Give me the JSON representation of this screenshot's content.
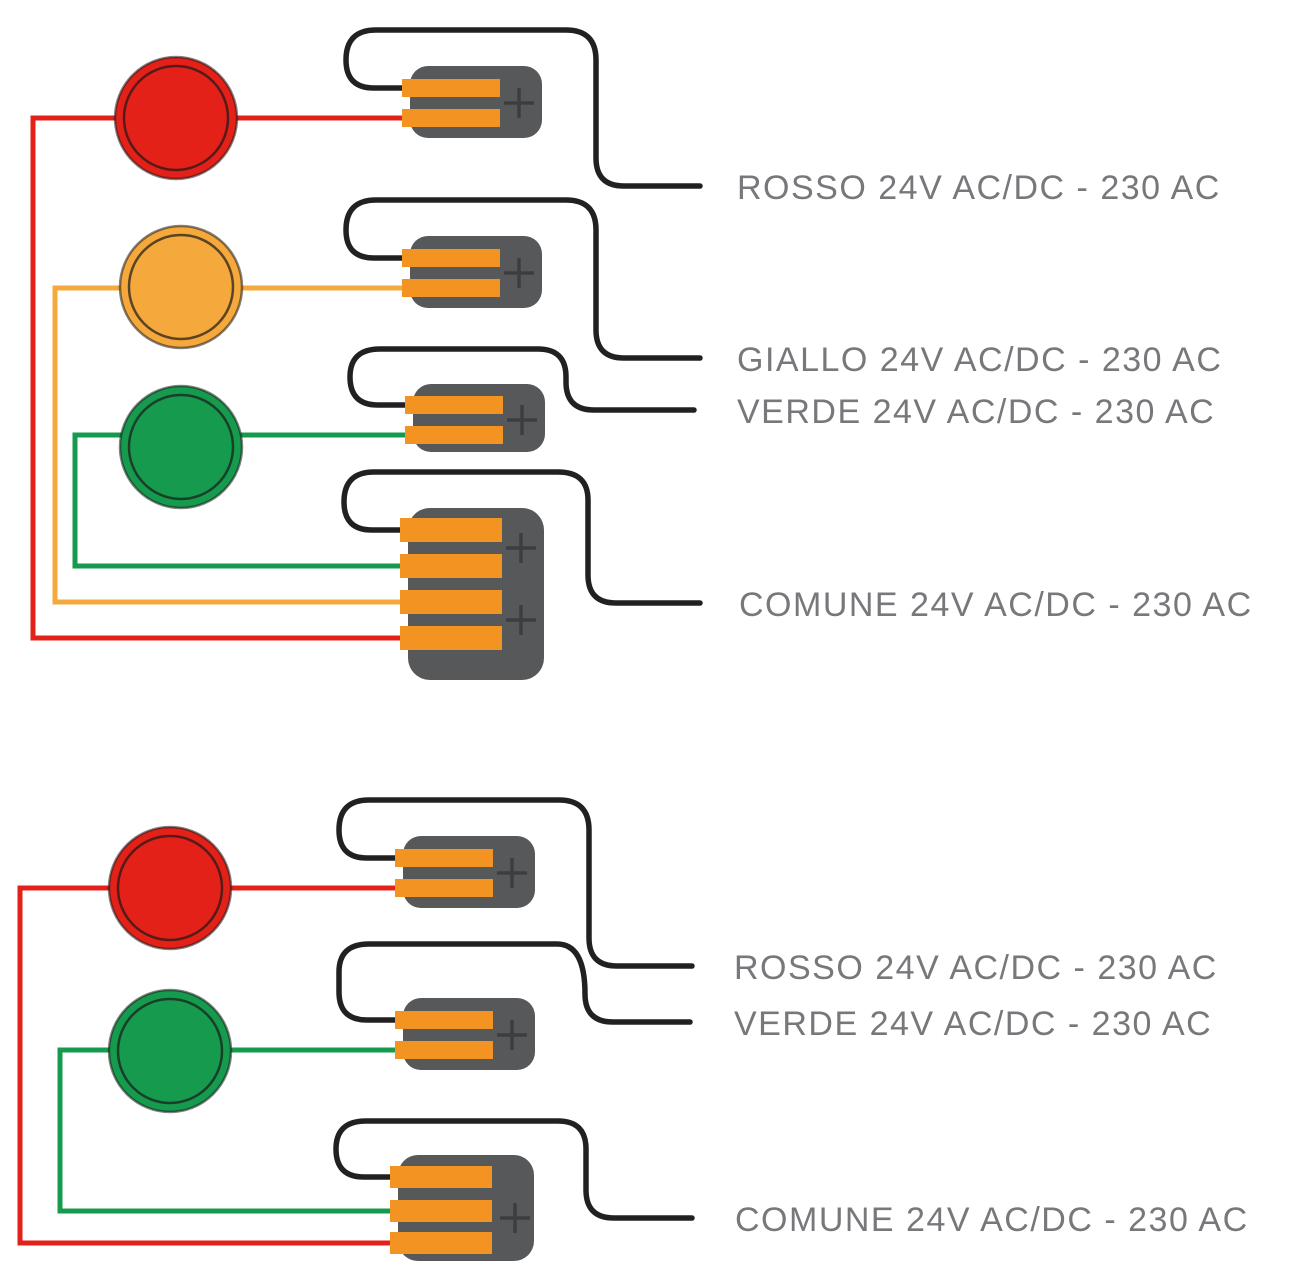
{
  "colors": {
    "red": "#e32119",
    "amber": "#f5a83b",
    "green": "#169b4e",
    "orange": "#f39422",
    "connector_gray": "#57585a",
    "wire_black": "#232022",
    "label_gray": "#77787b"
  },
  "diagram_top": {
    "labels": [
      "ROSSO 24V AC/DC - 230 AC",
      "GIALLO 24V AC/DC - 230 AC",
      "VERDE 24V AC/DC - 230 AC",
      "COMUNE 24V AC/DC - 230 AC"
    ]
  },
  "diagram_bottom": {
    "labels": [
      "ROSSO 24V AC/DC - 230 AC",
      "VERDE 24V AC/DC - 230 AC",
      "COMUNE 24V AC/DC - 230 AC"
    ]
  }
}
